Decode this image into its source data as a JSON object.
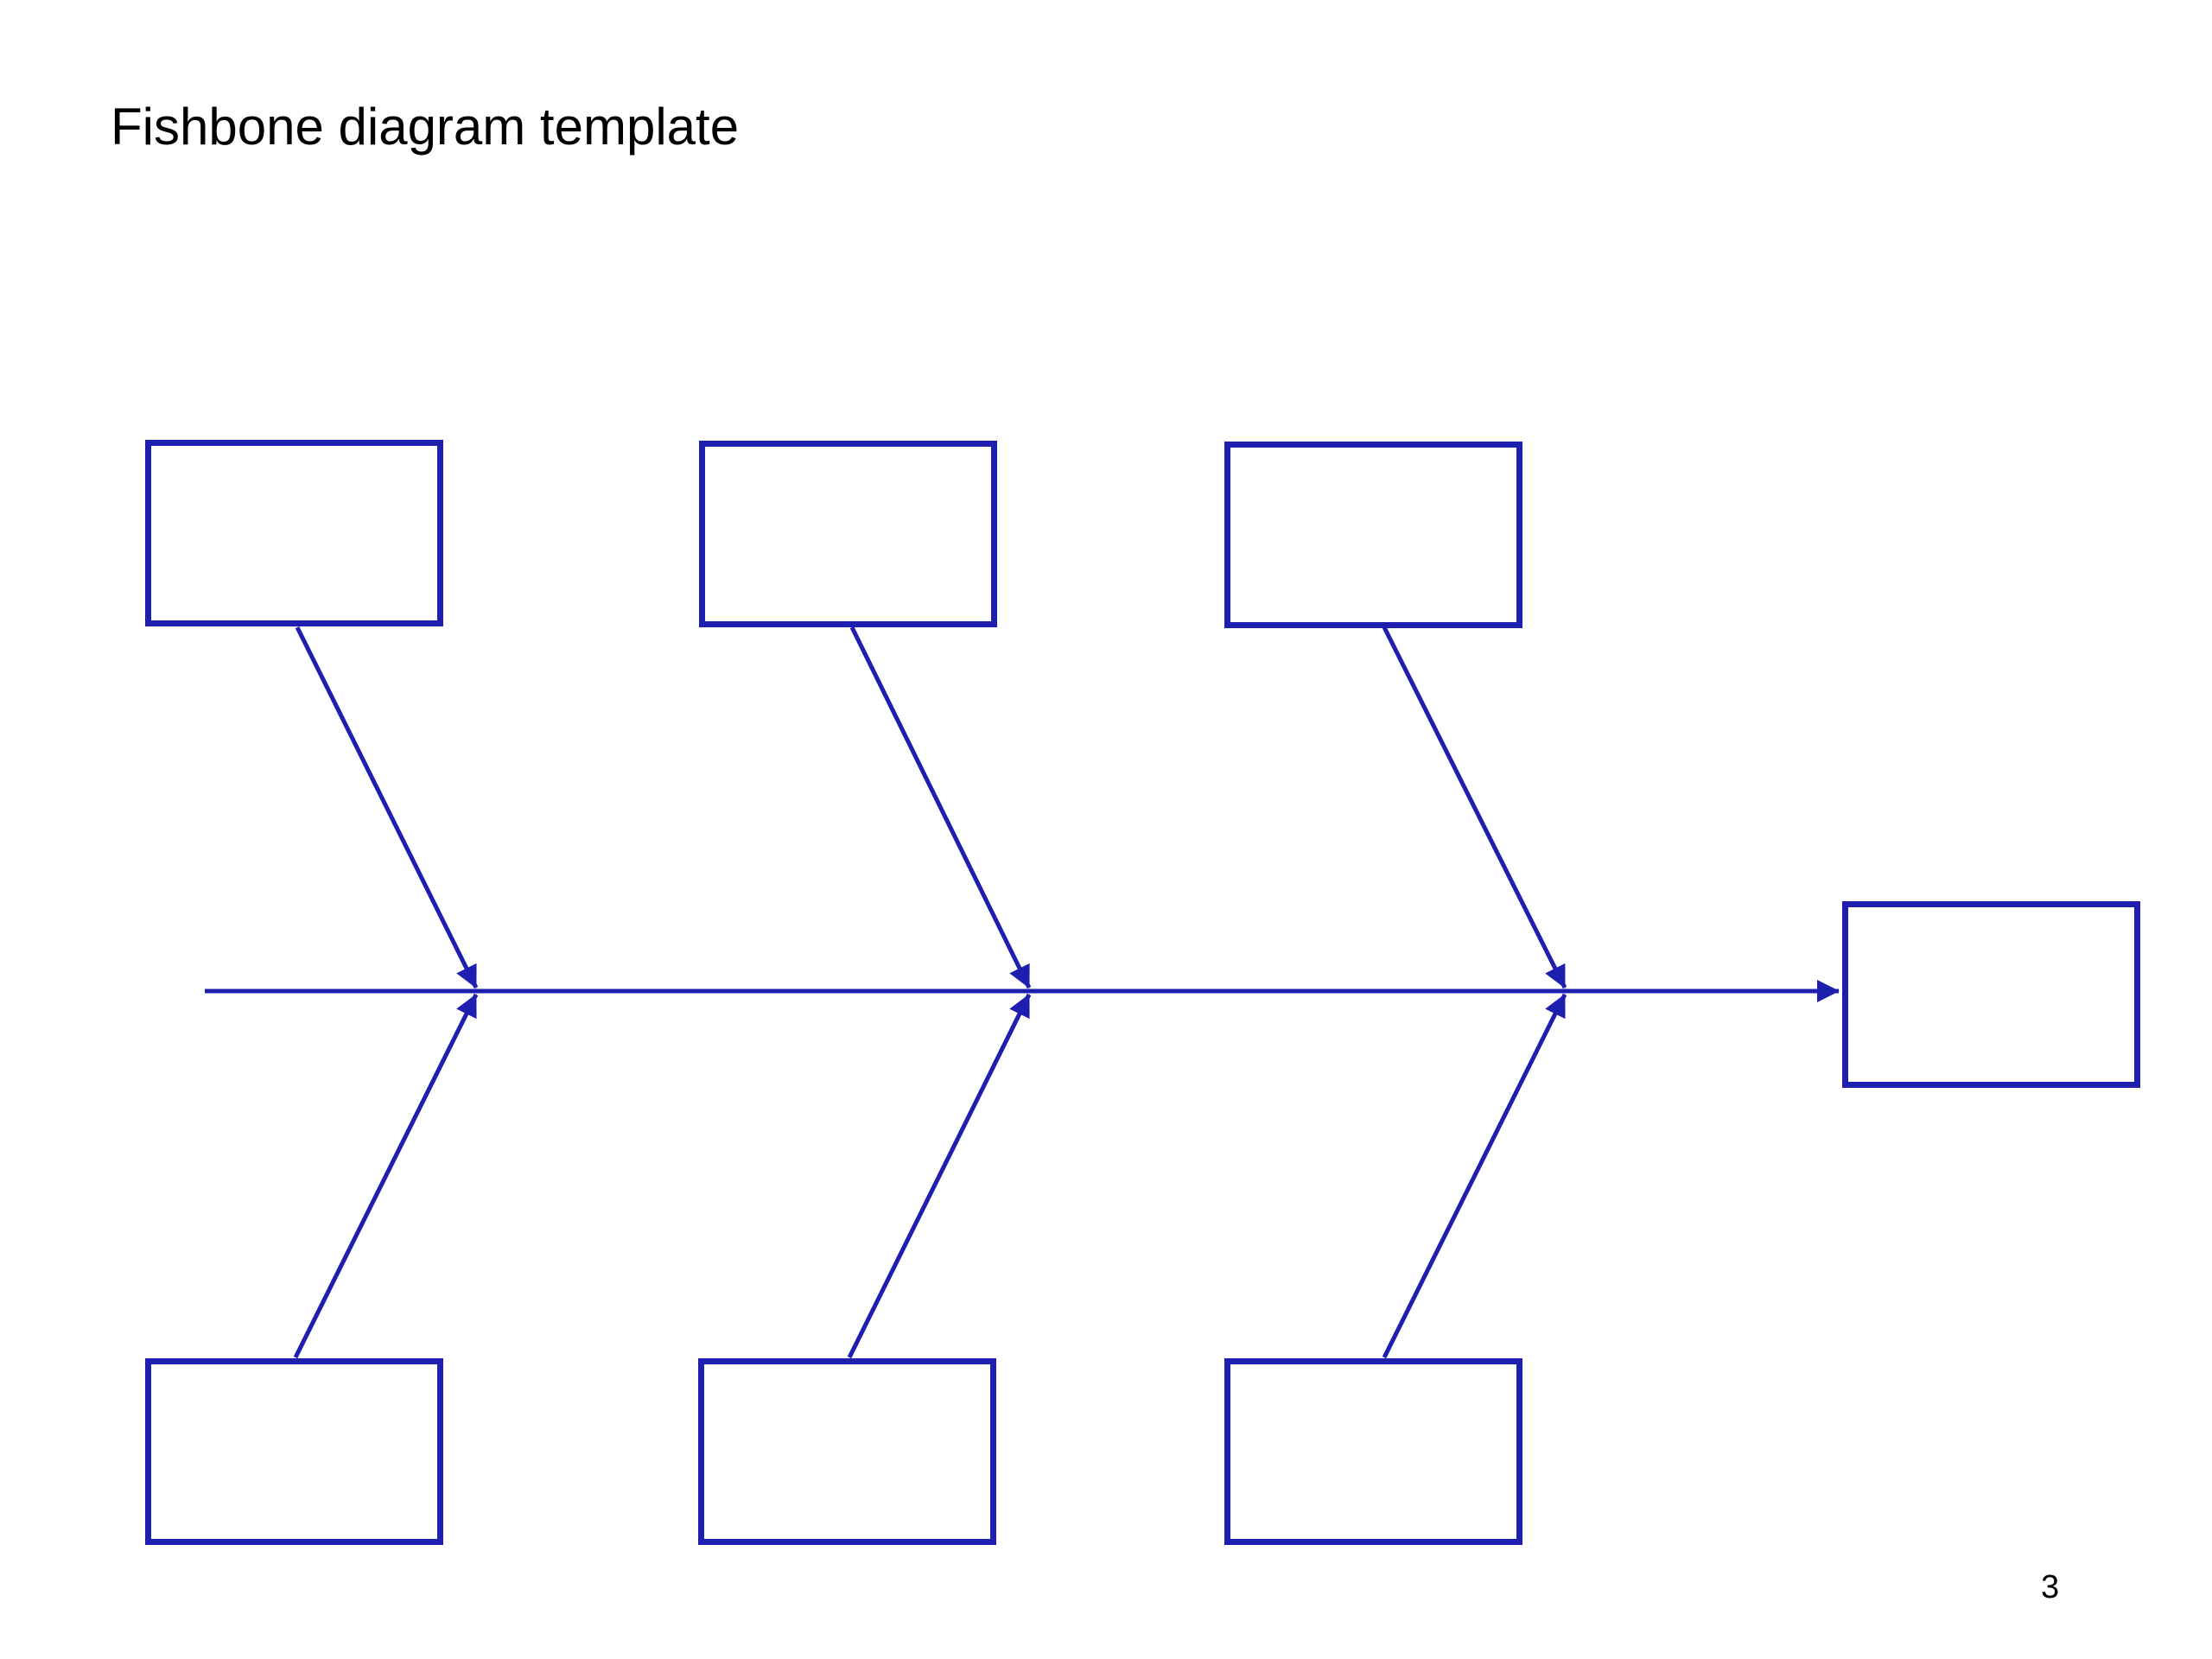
{
  "page": {
    "title": "Fishbone diagram template",
    "page_number": "3"
  },
  "diagram": {
    "type": "fishbone",
    "accent_color": "#1e1eaf",
    "causes_top": [
      "",
      "",
      ""
    ],
    "causes_bottom": [
      "",
      "",
      ""
    ],
    "effect": ""
  }
}
